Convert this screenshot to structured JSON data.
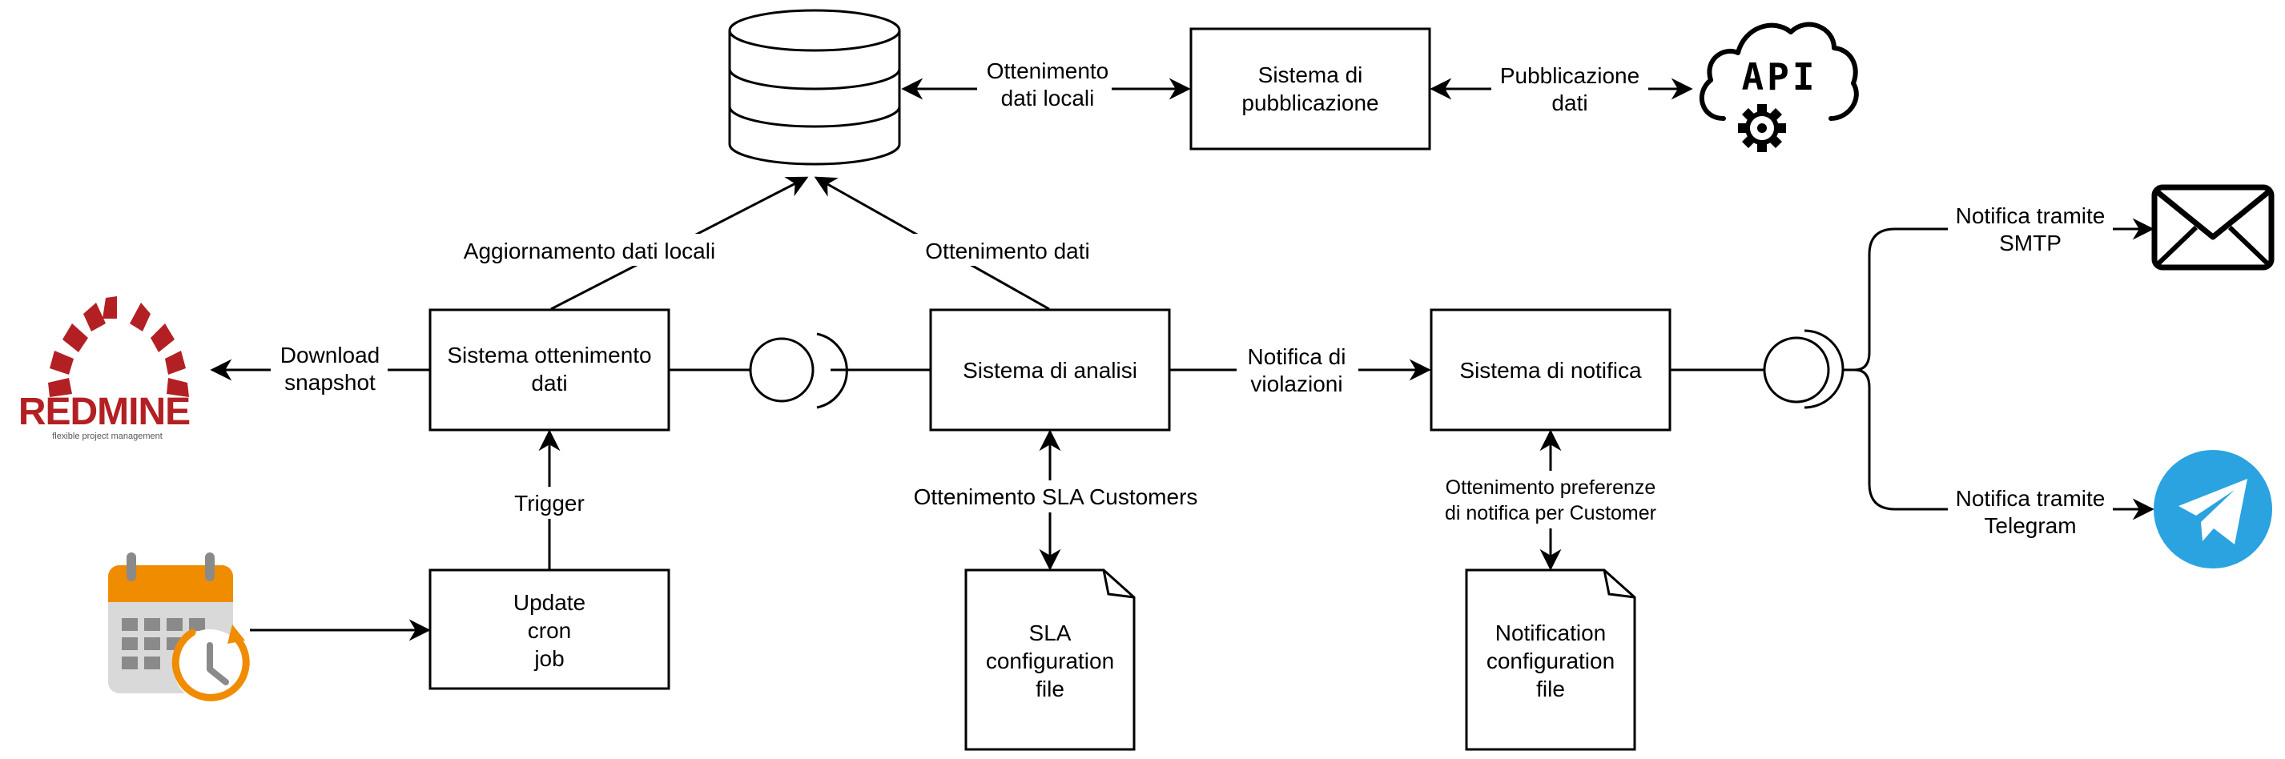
{
  "nodes": {
    "pubblicazione": [
      "Sistema di",
      "pubblicazione"
    ],
    "ottenimento": [
      "Sistema ottenimento",
      "dati"
    ],
    "analisi": [
      "Sistema di analisi"
    ],
    "notifica": [
      "Sistema di notifica"
    ],
    "cron": [
      "Update",
      "cron",
      "job"
    ],
    "sla_file": [
      "SLA",
      "configuration",
      "file"
    ],
    "notif_file": [
      "Notification",
      "configuration",
      "file"
    ]
  },
  "edges": {
    "ottenimento_locali": [
      "Ottenimento",
      "dati locali"
    ],
    "pubblicazione_dati": [
      "Pubblicazione",
      "dati"
    ],
    "aggiornamento": [
      "Aggiornamento dati locali"
    ],
    "ottenimento_dati": [
      "Ottenimento dati"
    ],
    "download": [
      "Download",
      "snapshot"
    ],
    "notifica_violazioni": [
      "Notifica di",
      "violazioni"
    ],
    "trigger": [
      "Trigger"
    ],
    "sla_customers": [
      "Ottenimento SLA Customers"
    ],
    "preferenze": [
      "Ottenimento preferenze",
      "di notifica per Customer"
    ],
    "smtp": [
      "Notifica tramite",
      "SMTP"
    ],
    "telegram": [
      "Notifica tramite",
      "Telegram"
    ]
  },
  "logos": {
    "api_text": "API",
    "redmine_text": "REDMINE",
    "redmine_tagline": "flexible project management"
  },
  "colors": {
    "redmine_red": "#b32024",
    "calendar_orange": "#f08c00",
    "calendar_gray": "#8a8a8a",
    "telegram_blue": "#2aa3e0"
  },
  "icons": [
    "database-icon",
    "api-cloud-gear-icon",
    "redmine-logo-icon",
    "calendar-clock-icon",
    "envelope-icon",
    "telegram-icon",
    "document-icon"
  ]
}
